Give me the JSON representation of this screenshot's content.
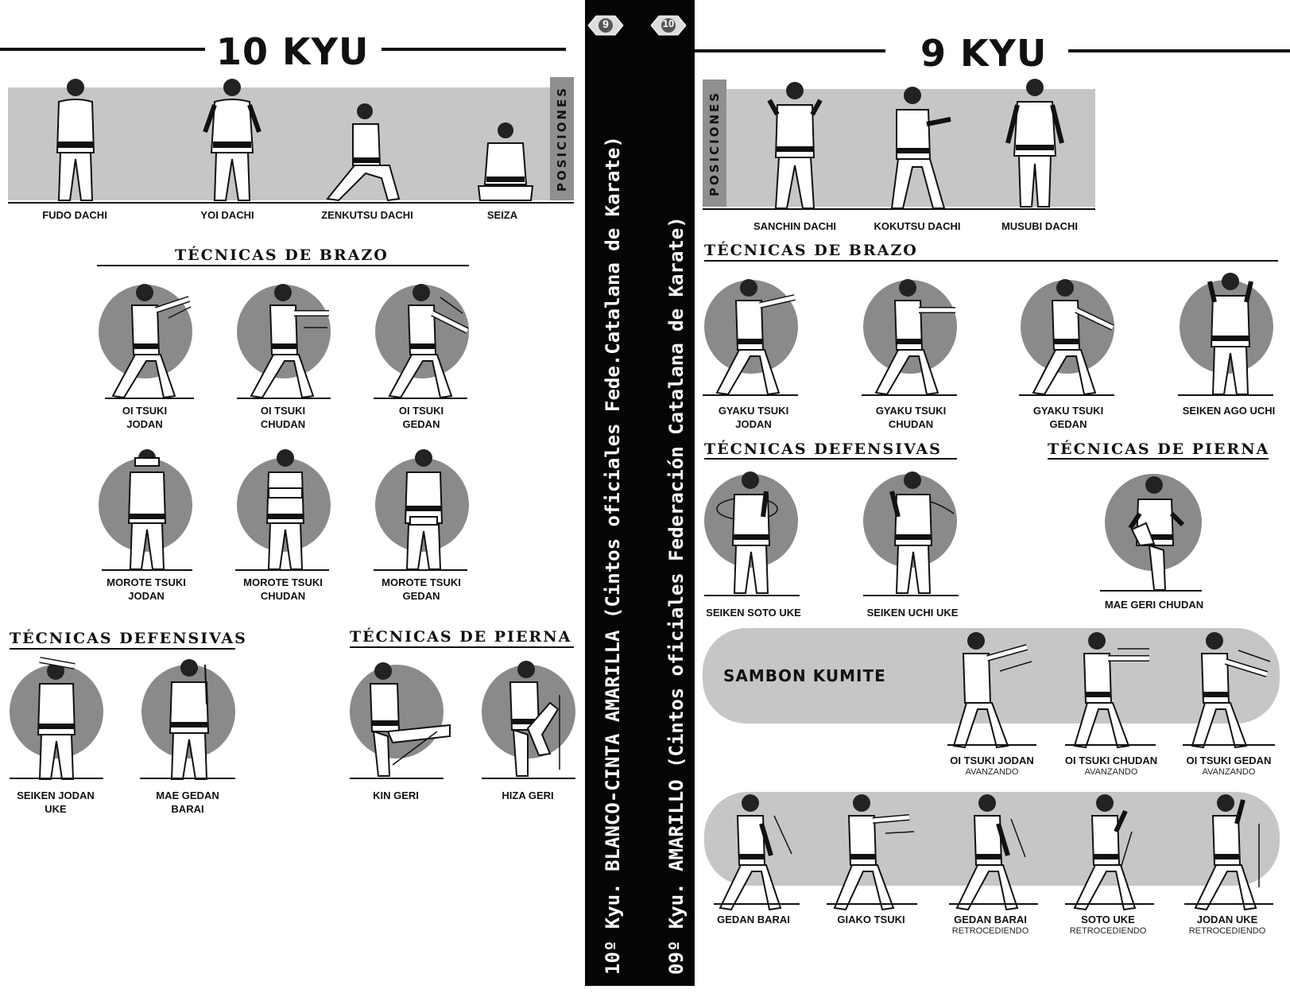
{
  "left_page": {
    "title": "10 KYU",
    "posiciones_label": "POSICIONES",
    "posiciones": [
      "FUDO DACHI",
      "YOI DACHI",
      "ZENKUTSU DACHI",
      "SEIZA"
    ],
    "brazo_heading": "TÉCNICAS DE BRAZO",
    "brazo_row1": [
      {
        "l1": "OI TSUKI",
        "l2": "JODAN"
      },
      {
        "l1": "OI TSUKI",
        "l2": "CHUDAN"
      },
      {
        "l1": "OI TSUKI",
        "l2": "GEDAN"
      }
    ],
    "brazo_row2": [
      {
        "l1": "MOROTE TSUKI",
        "l2": "JODAN"
      },
      {
        "l1": "MOROTE TSUKI",
        "l2": "CHUDAN"
      },
      {
        "l1": "MOROTE TSUKI",
        "l2": "GEDAN"
      }
    ],
    "defensivas_heading": "TÉCNICAS DEFENSIVAS",
    "defensivas": [
      {
        "l1": "SEIKEN JODAN",
        "l2": "UKE"
      },
      {
        "l1": "MAE GEDAN",
        "l2": "BARAI"
      }
    ],
    "pierna_heading": "TÉCNICAS DE PIERNA",
    "pierna": [
      "KIN GERI",
      "HIZA GERI"
    ]
  },
  "spine": {
    "badge_left": "9",
    "badge_right": "10",
    "text_left": "10º Kyu. BLANCO-CINTA AMARILLA (Cintos oficiales Fede.Catalana de Karate)",
    "text_right": "09º Kyu. AMARILLO (Cintos oficiales Federación Catalana de Karate)"
  },
  "right_page": {
    "title": "9 KYU",
    "posiciones_label": "POSICIONES",
    "posiciones": [
      "SANCHIN DACHI",
      "KOKUTSU DACHI",
      "MUSUBI DACHI"
    ],
    "brazo_heading": "TÉCNICAS DE BRAZO",
    "brazo": [
      {
        "l1": "GYAKU TSUKI",
        "l2": "JODAN"
      },
      {
        "l1": "GYAKU TSUKI",
        "l2": "CHUDAN"
      },
      {
        "l1": "GYAKU TSUKI",
        "l2": "GEDAN"
      },
      {
        "l1": "SEIKEN AGO UCHI",
        "l2": ""
      }
    ],
    "defensivas_heading": "TÉCNICAS DEFENSIVAS",
    "defensivas": [
      "SEIKEN SOTO UKE",
      "SEIKEN UCHI UKE"
    ],
    "pierna_heading": "TÉCNICAS DE PIERNA",
    "pierna": [
      "MAE GERI CHUDAN"
    ],
    "sambon_label": "SAMBON KUMITE",
    "sambon": [
      {
        "l1": "OI TSUKI JODAN",
        "sub": "AVANZANDO"
      },
      {
        "l1": "OI TSUKI CHUDAN",
        "sub": "AVANZANDO"
      },
      {
        "l1": "OI TSUKI GEDAN",
        "sub": "AVANZANDO"
      }
    ],
    "bottom": [
      {
        "l1": "GEDAN BARAI",
        "sub": ""
      },
      {
        "l1": "GIAKO TSUKI",
        "sub": ""
      },
      {
        "l1": "GEDAN BARAI",
        "sub": "RETROCEDIENDO"
      },
      {
        "l1": "SOTO UKE",
        "sub": "RETROCEDIENDO"
      },
      {
        "l1": "JODAN UKE",
        "sub": "RETROCEDIENDO"
      }
    ]
  },
  "colors": {
    "band": "#c6c6c6",
    "circle": "#8a8a8a",
    "spine": "#050505",
    "ink": "#111111"
  }
}
